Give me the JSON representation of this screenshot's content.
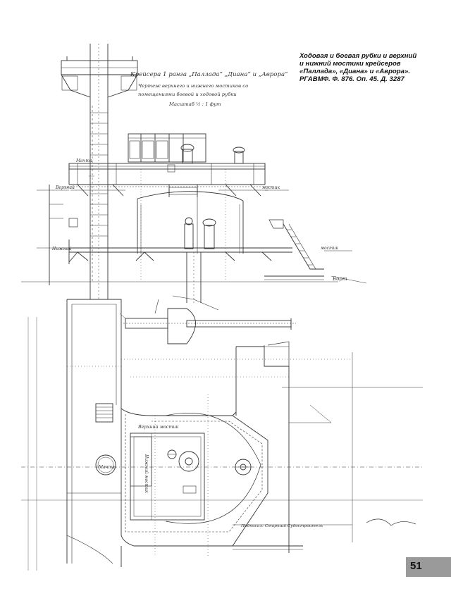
{
  "caption": {
    "lines": [
      "Ходовая и боевая рубки и верхний",
      "и нижний мостики крейсеров",
      "«Паллада», «Диана» и «Аврора».",
      "РГАВМФ. Ф. 876. Оп. 45. Д. 3287"
    ]
  },
  "page_number": "51",
  "drawing_labels": {
    "title_1": "Крейсера 1 ранга „Паллада“ „Диана“ и „Аврора“",
    "title_2": "Чертеж верхнего и нижнего мостиков со",
    "title_3": "помещениями боевой и ходовой рубки",
    "scale": "Масштаб ½ : 1 фут",
    "mast_1": "Мачта",
    "mast_2": "Мачта",
    "upper_left": "Верхний",
    "upper_right": "мостик",
    "lower_left": "Нижний",
    "lower_right": "мостик",
    "board": "Борт",
    "upper_bridge": "Верхний мостик",
    "lower_bridge_plan": "Нижний мостик",
    "signature": "Подписал: Старший Судостроитель"
  }
}
